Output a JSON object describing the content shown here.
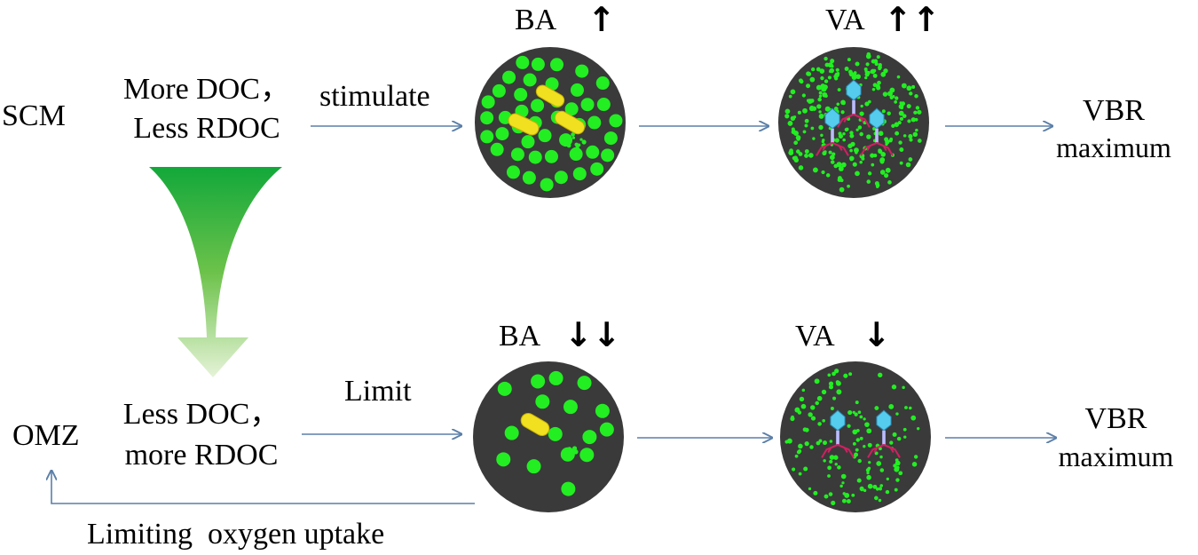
{
  "rows": {
    "scm": {
      "zone": "SCM",
      "doc_line1": "More DOC，",
      "doc_line2": "Less RDOC",
      "verb": "stimulate",
      "ba_label": "BA",
      "ba_trend": "↑",
      "va_label": "VA",
      "va_trend": "↑↑",
      "result_line1": "VBR",
      "result_line2": "maximum"
    },
    "omz": {
      "zone": "OMZ",
      "doc_line1": "Less DOC，",
      "doc_line2": "more RDOC",
      "verb": "Limit",
      "ba_label": "BA",
      "ba_trend": "↓↓",
      "va_label": "VA",
      "va_trend": "↓",
      "result_line1": "VBR",
      "result_line2": "maximum"
    }
  },
  "feedback_label": "Limiting  oxygen uptake",
  "colors": {
    "arrow": "#5b7fa8",
    "circle_fill": "#3a3a3a",
    "bacteria": "#22ee22",
    "bacterium_body": "#f0e020",
    "virus_head": "#55ccee",
    "virus_legs": "#d02060",
    "funnel_top": "#12a83a",
    "funnel_bottom": "#e6f3d8"
  },
  "icons": {
    "up": "up-arrow-icon",
    "down": "down-arrow-icon",
    "bacterium": "bacterium-icon",
    "phage": "phage-icon"
  }
}
